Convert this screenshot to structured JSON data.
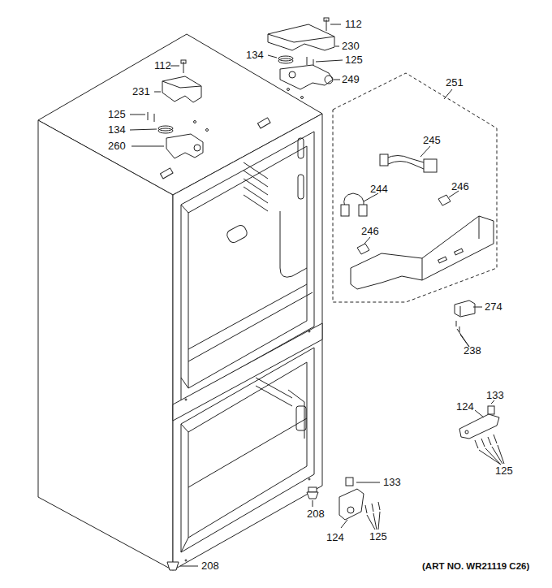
{
  "diagram": {
    "labels": [
      "112",
      "230",
      "134",
      "125",
      "249",
      "112",
      "231",
      "251",
      "125",
      "134",
      "260",
      "245",
      "244",
      "246",
      "246",
      "274",
      "238",
      "133",
      "124",
      "125",
      "133",
      "208",
      "124",
      "125",
      "208",
      "(ART NO. WR21119 C26)"
    ]
  }
}
